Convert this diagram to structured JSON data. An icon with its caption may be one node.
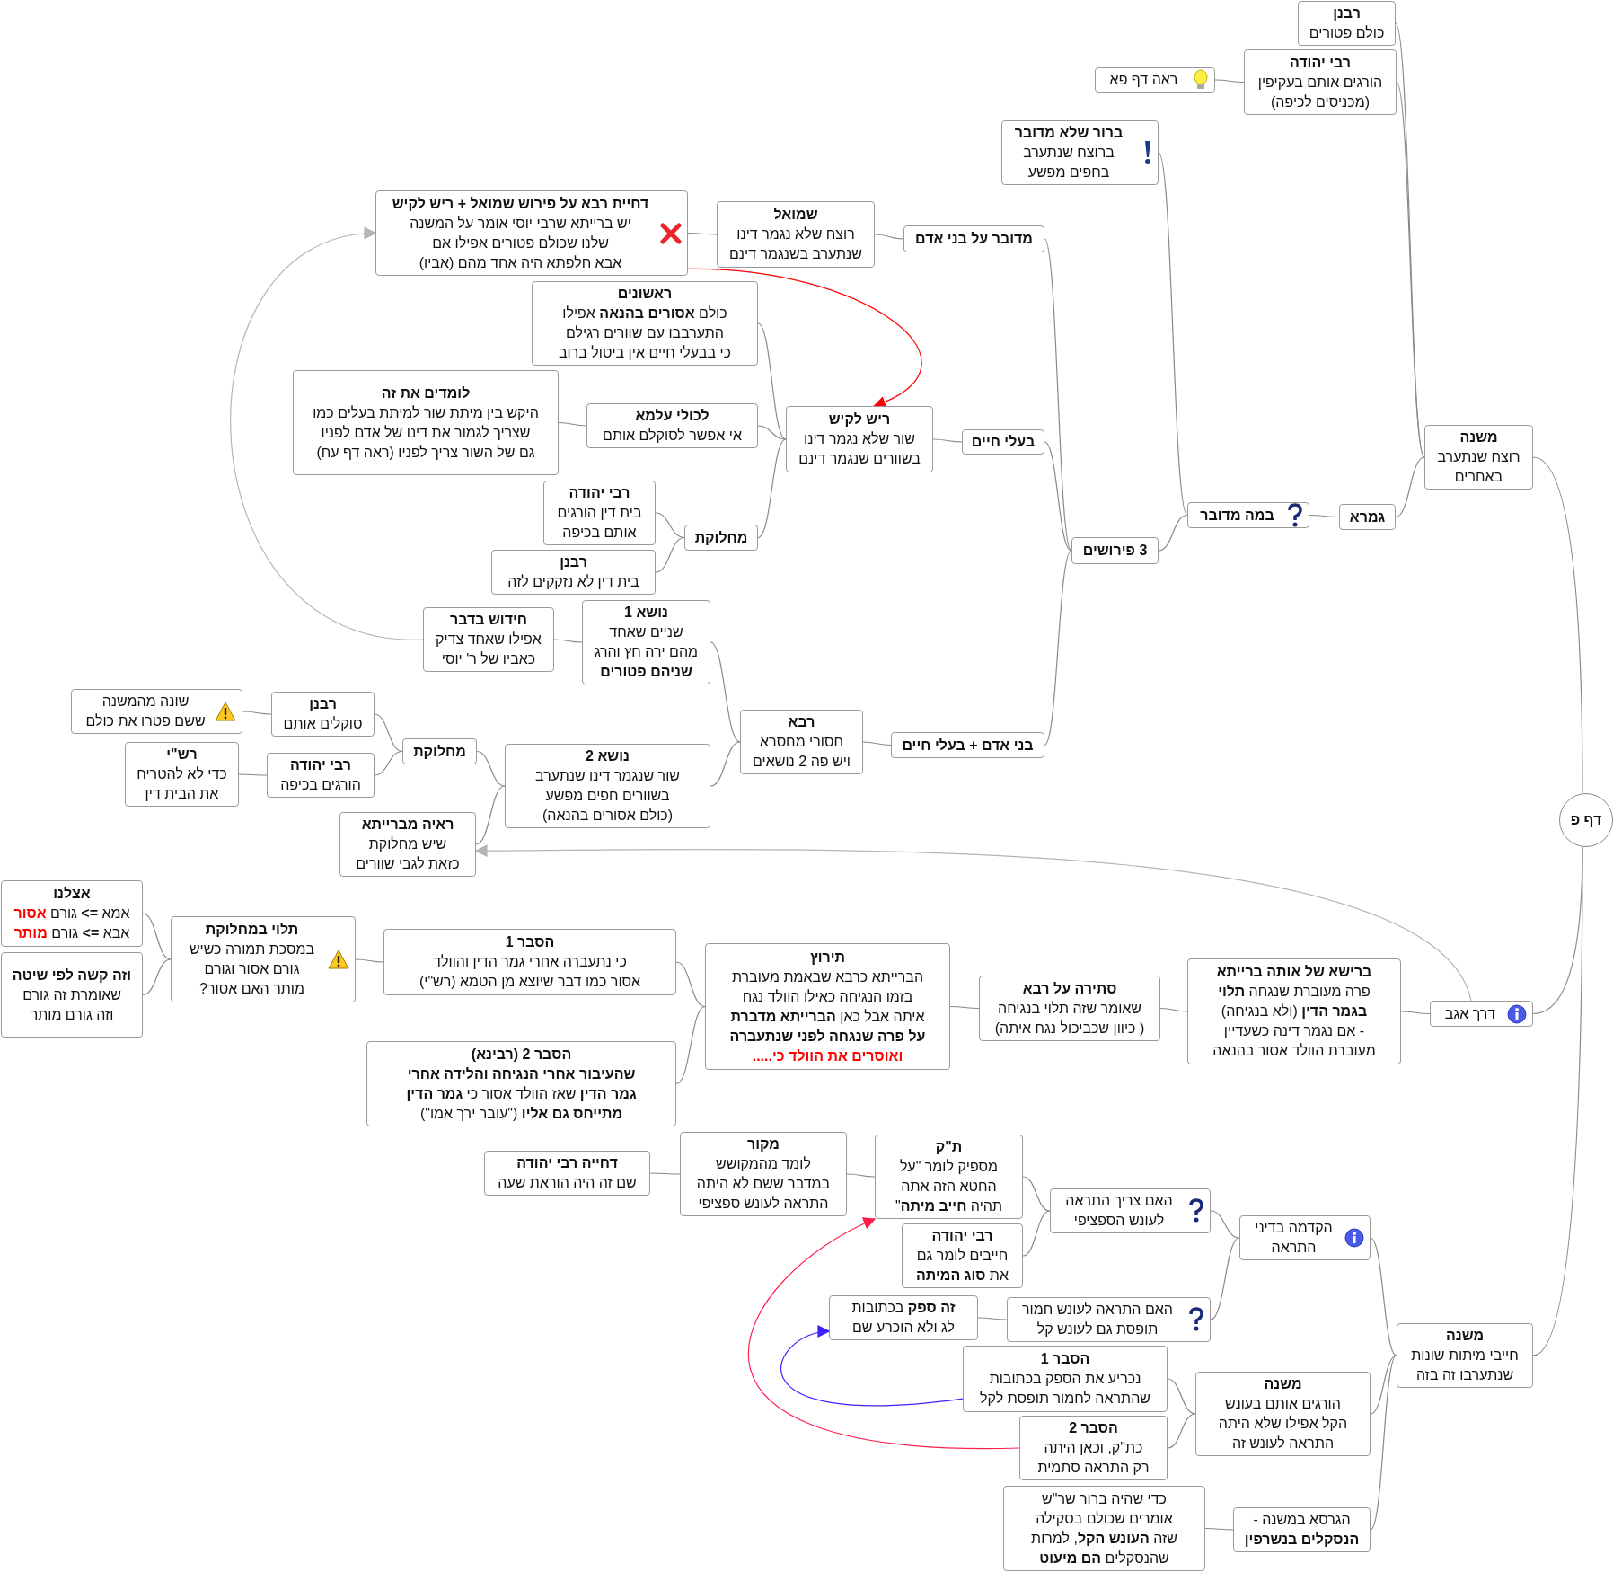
{
  "diagram": {
    "nodes": [
      {
        "text": [
          "דף פ"
        ]
      },
      {
        "text": [
          "משנה",
          "רוצח שנתערב באחרים"
        ]
      },
      {
        "text": [
          "רבנן",
          "כולם פטורים"
        ]
      },
      {
        "text": [
          "רבי יהודה",
          "הורגים אותם בעקיפין (מכניסים לכיפה)"
        ]
      },
      {
        "text": [
          "ראה דף פא"
        ]
      },
      {
        "text": [
          "גמרא"
        ]
      },
      {
        "text": [
          "במה מדובר"
        ]
      },
      {
        "text": [
          "ברור שלא מדובר",
          "ברוצח שנתערב בחפים מפשע"
        ]
      },
      {
        "text": [
          "3 פירושים"
        ]
      },
      {
        "text": [
          "מדובר על בני אדם"
        ]
      },
      {
        "text": [
          "שמואל",
          "רוצח שלא נגמר דינו שנתערב בשנגמר דינם"
        ]
      },
      {
        "text": [
          "דחיית רבא  על פירוש שמואל + ריש לקיש",
          "יש ברייתא שרבי יוסי אומר על המשנה שלנו שכולם פטורים אפילו אם אבא חלפתא היה אחד מהם (אביו)"
        ]
      },
      {
        "text": [
          "בעלי חיים"
        ]
      },
      {
        "text": [
          "ריש לקיש",
          "שור שלא נגמר דינו בשוורים שנגמר דינם"
        ]
      },
      {
        "text": [
          "ראשונים",
          "כולם **אסורים בהנאה** אפילו התערבבו עם שוורים רגילם כי  בבעלי חיים אין ביטול  ברוב"
        ]
      },
      {
        "text": [
          "לכולי עלמא",
          "אי אפשר לסוקלם אותם"
        ]
      },
      {
        "text": [
          "לומדים את זה",
          "היקש בין מיתת שור למיתת בעלים כמו שצריך לגמור את דינו של אדם לפניו גם של השור צריך לפניו (ראה דף עח)"
        ]
      },
      {
        "text": [
          "מחלוקת"
        ]
      },
      {
        "text": [
          "רבי יהודה",
          "בית דין הורגים אותם בכיפה"
        ]
      },
      {
        "text": [
          "רבנן",
          "בית דין לא נזקקים לזה"
        ]
      },
      {
        "text": [
          "בני אדם + בעלי חיים"
        ]
      },
      {
        "text": [
          "רבא",
          "חסורי מחסרא ויש פה 2 נושאים"
        ]
      },
      {
        "text": [
          "נושא 1",
          "שניים שאחד מהם ירה חץ והרג **שניהם פטורים**"
        ]
      },
      {
        "text": [
          "חידוש בדבר",
          "אפילו שאחד צדיק כאביו של ר' יוסי"
        ]
      },
      {
        "text": [
          "נושא 2",
          "שור שנגמר דינו שנתערב בשוורים חפים מפשע (כולם אסורים בהנאה)"
        ]
      },
      {
        "text": [
          "מחלוקת"
        ]
      },
      {
        "text": [
          "רבנן",
          "סוקלים אותם"
        ]
      },
      {
        "text": [
          "שונה מהמשנה ששם פטרו את כולם"
        ]
      },
      {
        "text": [
          "רבי יהודה",
          "הורגים בכיפה"
        ]
      },
      {
        "text": [
          "רש\"י",
          "כדי לא להטריח את הבית דין"
        ]
      },
      {
        "text": [
          "ראיה מברייתא",
          "שיש מחלוקת כזאת לגבי שוורים"
        ]
      },
      {
        "text": [
          "דרך אגב"
        ]
      },
      {
        "text": [
          "ברישא של אותה ברייתא",
          "פרה מעוברת שנגחה **תלוי בגמר הדין** (ולא בנגיחה) - אם נגמר דינה כשעדיין מעוברת הוולד אסור בהנאה"
        ]
      },
      {
        "text": [
          "סתירה על רבא",
          "שאומר שזה תלוי בנגיחה ( כיוון שכביכול נגח איתה)"
        ]
      },
      {
        "text": [
          "תירוץ",
          "הברייתא כרבא שבאמת מעוברת בזמו הנגיחה כאילו הוולד נגח איתה אבל כאן  **הברייתא מדברת על פרה שנגחה לפני שנתעברה**",
          "ואוסרים את הוולד כי....."
        ]
      },
      {
        "text": [
          "הסבר 1",
          "כי נתעברה אחרי גמר הדין והוולד אסור כמו דבר שיוצא מן הטמא (רש\"י)"
        ]
      },
      {
        "text": [
          "תלוי במחלוקת",
          "במסכת תמורה כשיש גורם אסור וגורם מותר האם אסור?"
        ]
      },
      {
        "text": [
          "אצלנו",
          "אמא **=>** גורם",
          "אסור",
          "אבא **=>** גורם",
          "מותר"
        ]
      },
      {
        "text": [
          "וזה קשה לפי שיטה",
          "שאומרת זה גורם וזה גורם מותר"
        ]
      },
      {
        "text": [
          "הסבר 2 (רבינא)",
          "**שהעיבור אחרי הנגיחה והלידה אחרי גמר הדין** שאז הוולד אסור כי **גמר הדין מתייחס גם אליו** (\"עובר ירך אמו\")"
        ]
      },
      {
        "text": [
          "משנה",
          "חייבי מיתות שונות שנתערבו זה בזה"
        ]
      },
      {
        "text": [
          "הקדמה בדיני התראה"
        ]
      },
      {
        "text": [
          "האם צריך התראה לעונש הספציפי"
        ]
      },
      {
        "text": [
          "ת\"ק",
          "מספיק לומר \"על החטא הזה אתה תהיה **חייב מיתה**\""
        ]
      },
      {
        "text": [
          "מקור",
          "לומד מהמקושש במדבר ששם לא היתה התראה לעונש ספציפי"
        ]
      },
      {
        "text": [
          "דחייה רבי יהודה",
          "שם זה היה הוראת שעה"
        ]
      },
      {
        "text": [
          "רבי יהודה",
          "חייבים לומר גם את  **סוג המיתה**"
        ]
      },
      {
        "text": [
          "האם התראה לעונש חמור תופסת גם לעונש קל"
        ]
      },
      {
        "text": [
          "**זה ספק** בכתובות לג ולא הוכרע שם"
        ]
      },
      {
        "text": [
          "משנה",
          "הורגים אותם בעונש הקל אפילו שלא היתה התראה לעונש זה"
        ]
      },
      {
        "text": [
          "הסבר 1",
          "נכריע את הספק בכתובות שהתראה לחמור תופסת לקל"
        ]
      },
      {
        "text": [
          "הסבר 2",
          "כת\"ק, וכאן היתה רק התראה סתמית"
        ]
      },
      {
        "text": [
          "הגרסא במשנה - **הנסקלים בנשרפין**"
        ]
      },
      {
        "text": [
          "כדי שהיה ברור שר\"ש אומרים שכולם בסקילה שזה **העונש הקל**, למרות שהנסקלים  **הם מיעוט**"
        ]
      }
    ],
    "edges": [
      {
        "from": 0,
        "to": 1,
        "arrow": "none"
      },
      {
        "from": 1,
        "to": 2,
        "arrow": "none"
      },
      {
        "from": 1,
        "to": 3,
        "arrow": "none"
      },
      {
        "from": 3,
        "to": 4,
        "arrow": "none"
      },
      {
        "from": 1,
        "to": 5,
        "arrow": "none"
      },
      {
        "from": 5,
        "to": 6,
        "arrow": "none"
      },
      {
        "from": 6,
        "to": 7,
        "arrow": "none"
      },
      {
        "from": 6,
        "to": 8,
        "arrow": "none"
      },
      {
        "from": 8,
        "to": 9,
        "arrow": "none"
      },
      {
        "from": 9,
        "to": 10,
        "arrow": "none"
      },
      {
        "from": 10,
        "to": 11,
        "arrow": "none"
      },
      {
        "from": 8,
        "to": 12,
        "arrow": "none"
      },
      {
        "from": 12,
        "to": 13,
        "arrow": "none"
      },
      {
        "from": 13,
        "to": 14,
        "arrow": "none"
      },
      {
        "from": 13,
        "to": 15,
        "arrow": "none"
      },
      {
        "from": 15,
        "to": 16,
        "arrow": "none"
      },
      {
        "from": 13,
        "to": 17,
        "arrow": "none"
      },
      {
        "from": 17,
        "to": 18,
        "arrow": "none"
      },
      {
        "from": 17,
        "to": 19,
        "arrow": "none"
      },
      {
        "from": 8,
        "to": 20,
        "arrow": "none"
      },
      {
        "from": 20,
        "to": 21,
        "arrow": "none"
      },
      {
        "from": 21,
        "to": 22,
        "arrow": "none"
      },
      {
        "from": 22,
        "to": 23,
        "arrow": "none"
      },
      {
        "from": 21,
        "to": 24,
        "arrow": "none"
      },
      {
        "from": 24,
        "to": 25,
        "arrow": "none"
      },
      {
        "from": 25,
        "to": 26,
        "arrow": "none"
      },
      {
        "from": 26,
        "to": 27,
        "arrow": "none"
      },
      {
        "from": 25,
        "to": 28,
        "arrow": "none"
      },
      {
        "from": 28,
        "to": 29,
        "arrow": "none"
      },
      {
        "from": 24,
        "to": 30,
        "arrow": "none"
      },
      {
        "from": 0,
        "to": 31,
        "arrow": "none"
      },
      {
        "from": 31,
        "to": 32,
        "arrow": "none"
      },
      {
        "from": 32,
        "to": 33,
        "arrow": "none"
      },
      {
        "from": 33,
        "to": 34,
        "arrow": "none"
      },
      {
        "from": 34,
        "to": 35,
        "arrow": "none"
      },
      {
        "from": 35,
        "to": 36,
        "arrow": "none"
      },
      {
        "from": 36,
        "to": 37,
        "arrow": "none"
      },
      {
        "from": 36,
        "to": 38,
        "arrow": "none"
      },
      {
        "from": 34,
        "to": 39,
        "arrow": "none"
      },
      {
        "from": 0,
        "to": 40,
        "arrow": "none"
      },
      {
        "from": 40,
        "to": 41,
        "arrow": "none"
      },
      {
        "from": 41,
        "to": 42,
        "arrow": "none"
      },
      {
        "from": 42,
        "to": 43,
        "arrow": "none"
      },
      {
        "from": 43,
        "to": 44,
        "arrow": "none"
      },
      {
        "from": 44,
        "to": 45,
        "arrow": "none"
      },
      {
        "from": 42,
        "to": 46,
        "arrow": "none"
      },
      {
        "from": 41,
        "to": 47,
        "arrow": "none"
      },
      {
        "from": 47,
        "to": 48,
        "arrow": "none"
      },
      {
        "from": 40,
        "to": 49,
        "arrow": "none"
      },
      {
        "from": 49,
        "to": 50,
        "arrow": "none"
      },
      {
        "from": 49,
        "to": 51,
        "arrow": "none"
      },
      {
        "from": 40,
        "to": 52,
        "arrow": "none"
      },
      {
        "from": 52,
        "to": 53,
        "arrow": "none"
      },
      {
        "from": 23,
        "to": 11,
        "arrow": "to",
        "color": "#b4b4b4"
      },
      {
        "from": 11,
        "to": 13,
        "arrow": "to",
        "color": "#ff0000"
      },
      {
        "from": 31,
        "to": 30,
        "arrow": "to",
        "color": "#b4b4b4"
      },
      {
        "from": 51,
        "to": 43,
        "arrow": "to",
        "color": "#ff1f4f"
      },
      {
        "from": 50,
        "to": 48,
        "arrow": "to",
        "color": "#3a22ff"
      }
    ]
  }
}
